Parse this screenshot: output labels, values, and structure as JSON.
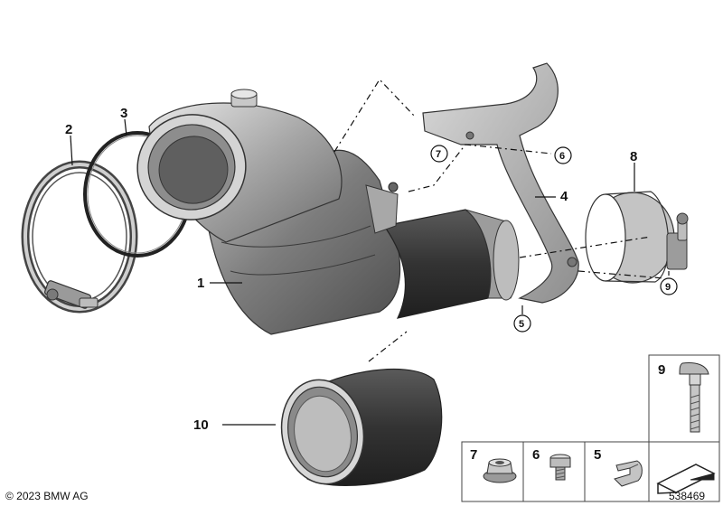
{
  "callouts": {
    "c1": "1",
    "c2": "2",
    "c3": "3",
    "c4": "4",
    "c5": "5",
    "c6": "6",
    "c7": "7",
    "c8": "8",
    "c9": "9",
    "c10": "10"
  },
  "parts_box": {
    "p9": "9",
    "p7": "7",
    "p6": "6",
    "p5": "5"
  },
  "footer": {
    "copyright": "© 2023 BMW AG",
    "diagram_id": "538469"
  },
  "colors": {
    "metal_light": "#c9c9c9",
    "metal_mid": "#8d8d8d",
    "metal_dark": "#4a4a4a",
    "line": "#111111"
  }
}
